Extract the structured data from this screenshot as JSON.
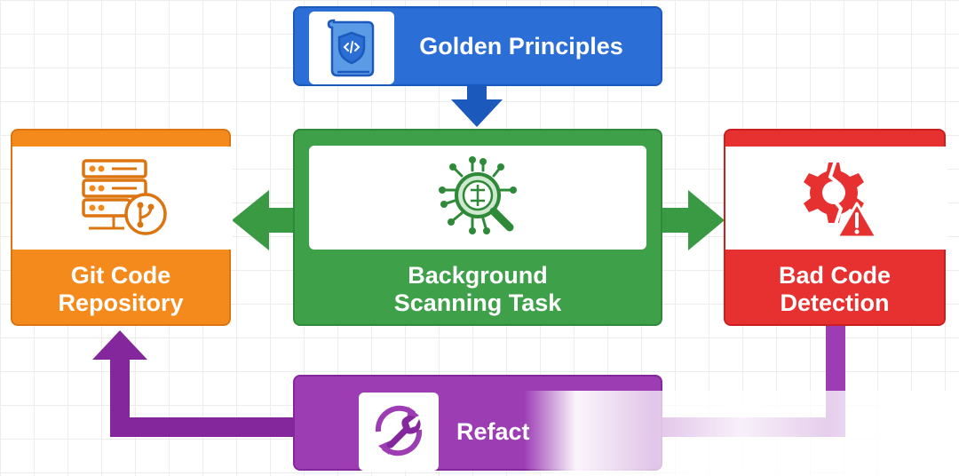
{
  "nodes": {
    "principles": {
      "label": "Golden Principles",
      "icon": "shield-code-scroll-icon",
      "color": "#2a6ed6"
    },
    "scan": {
      "label_line1": "Background",
      "label_line2": "Scanning Task",
      "icon": "circuit-magnifier-icon",
      "color": "#3fa04a"
    },
    "git": {
      "label_line1": "Git Code",
      "label_line2": "Repository",
      "icon": "server-git-branch-icon",
      "color": "#f58a1c"
    },
    "bad": {
      "label_line1": "Bad Code",
      "label_line2": "Detection",
      "icon": "broken-gear-warning-icon",
      "color": "#e73131"
    },
    "refactor": {
      "label": "Refact",
      "icon": "wrench-refresh-icon",
      "color": "#9c3db4"
    }
  },
  "edges": [
    {
      "from": "principles",
      "to": "scan"
    },
    {
      "from": "scan",
      "to": "git"
    },
    {
      "from": "scan",
      "to": "bad"
    },
    {
      "from": "bad",
      "to": "refactor"
    },
    {
      "from": "refactor",
      "to": "git"
    }
  ]
}
